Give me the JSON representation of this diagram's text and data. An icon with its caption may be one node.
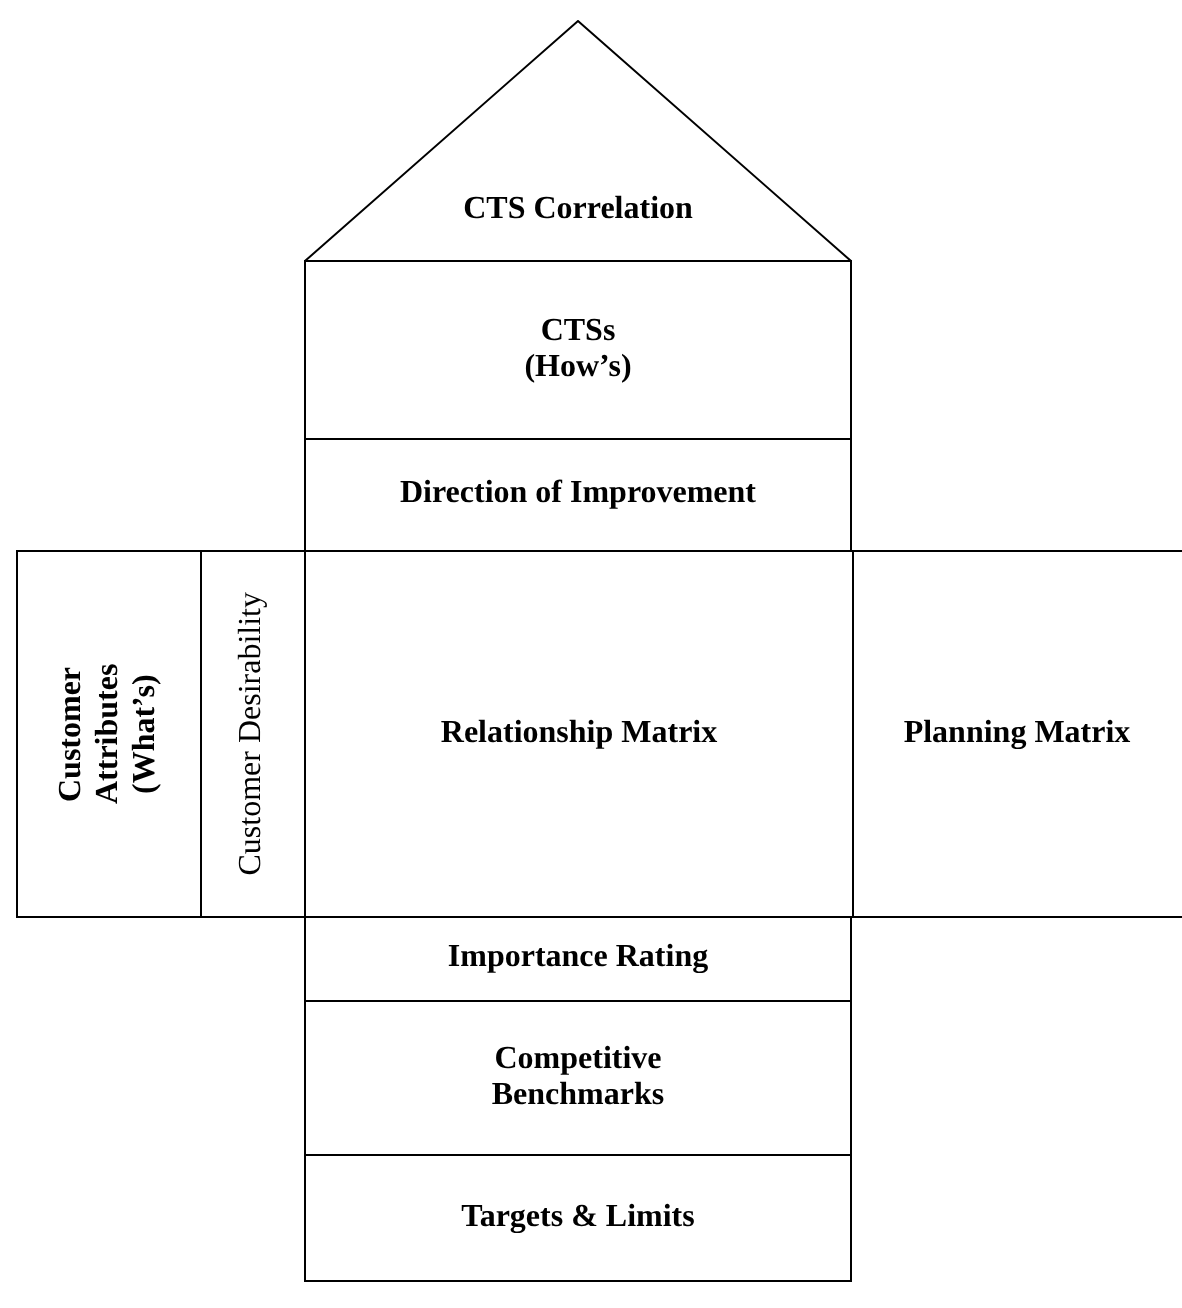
{
  "diagram": {
    "nodes": [
      {
        "text": [
          "CTS Correlation"
        ]
      },
      {
        "text": [
          "CTSs (How’s)"
        ]
      },
      {
        "text": [
          "Direction of Improvement"
        ]
      },
      {
        "text": [
          "Customer Attributes (What’s)"
        ]
      },
      {
        "text": [
          "Customer Desirability"
        ]
      },
      {
        "text": [
          "Relationship Matrix"
        ]
      },
      {
        "text": [
          "Planning Matrix"
        ]
      },
      {
        "text": [
          "Importance Rating"
        ]
      },
      {
        "text": [
          "Competitive Benchmarks"
        ]
      },
      {
        "text": [
          "Targets & Limits"
        ]
      }
    ]
  }
}
